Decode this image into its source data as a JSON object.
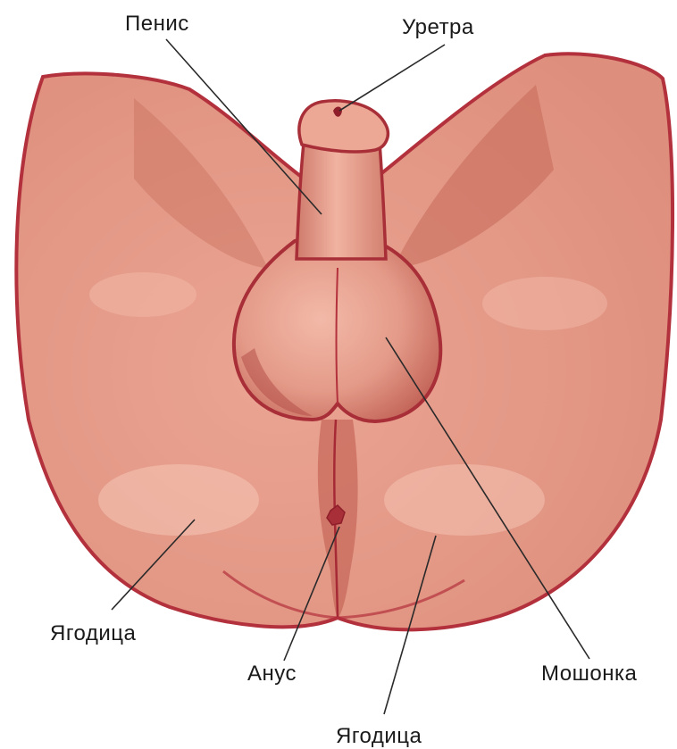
{
  "labels": {
    "penis": "Пенис",
    "urethra": "Уретра",
    "buttock_left": "Ягодица",
    "anus": "Анус",
    "scrotum": "Мошонка",
    "buttock_right": "Ягодица"
  },
  "colors": {
    "skin": "#e69a87",
    "skin_light": "#f1b4a2",
    "skin_shadow": "#c96a5c",
    "outline": "#b3313c",
    "leader": "#2a2a2a"
  }
}
